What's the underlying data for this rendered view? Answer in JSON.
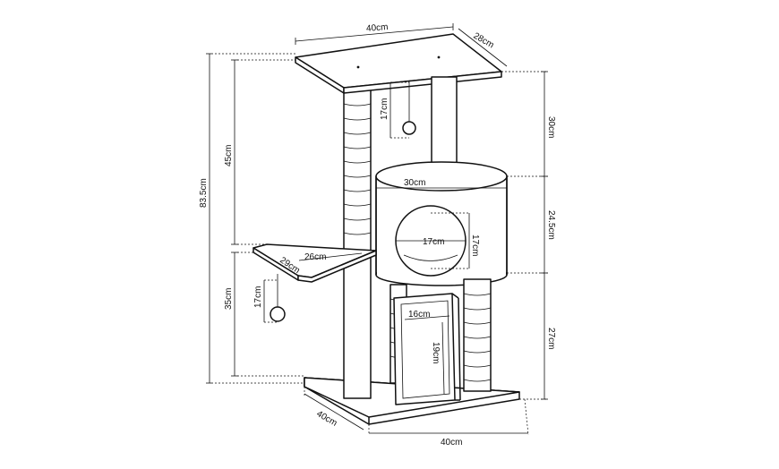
{
  "labels": {
    "top_width": "40cm",
    "top_depth": "28cm",
    "total_height": "83.5cm",
    "upper_height": "45cm",
    "lower_height": "35cm",
    "upper_toy": "17cm",
    "lower_toy": "17cm",
    "right_top": "30cm",
    "right_mid": "24.5cm",
    "right_bottom": "27cm",
    "house_width": "30cm",
    "hole_width": "17cm",
    "hole_height": "17cm",
    "platform_width": "26cm",
    "platform_depth": "29cm",
    "ramp_width": "16cm",
    "ramp_length": "19cm",
    "base_depth": "40cm",
    "base_width": "40cm"
  }
}
